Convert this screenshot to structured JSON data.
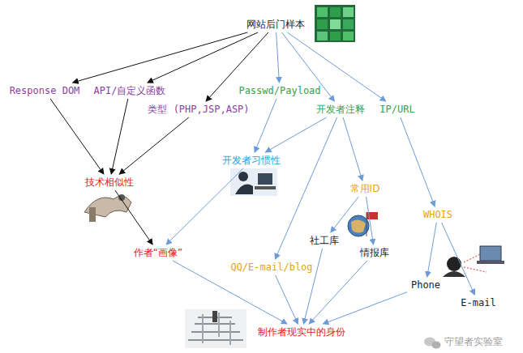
{
  "diagram": {
    "nodes": [
      {
        "text": [
          "网站后门样本"
        ]
      },
      {
        "text": [
          "Response DOM"
        ]
      },
      {
        "text": [
          "API/自定义函数"
        ]
      },
      {
        "text": [
          "Passwd/Payload"
        ]
      },
      {
        "text": [
          "类型 (PHP,JSP,ASP)"
        ]
      },
      {
        "text": [
          "开发者注释"
        ]
      },
      {
        "text": [
          "IP/URL"
        ]
      },
      {
        "text": [
          "开发者习惯性"
        ]
      },
      {
        "text": [
          "技术相似性"
        ]
      },
      {
        "text": [
          "常用ID"
        ]
      },
      {
        "text": [
          "WHOIS"
        ]
      },
      {
        "text": [
          "社工库"
        ]
      },
      {
        "text": [
          "情报库"
        ]
      },
      {
        "text": [
          "作者“画像”"
        ]
      },
      {
        "text": [
          "QQ/E-mail/blog"
        ]
      },
      {
        "text": [
          "Phone"
        ]
      },
      {
        "text": [
          "E-mail"
        ]
      },
      {
        "text": [
          "制作者现实中的身份"
        ]
      }
    ],
    "edges": [
      {
        "from": 0,
        "to": 1,
        "arrow": "to"
      },
      {
        "from": 0,
        "to": 2,
        "arrow": "to"
      },
      {
        "from": 0,
        "to": 4,
        "arrow": "to"
      },
      {
        "from": 0,
        "to": 3,
        "arrow": "to"
      },
      {
        "from": 0,
        "to": 5,
        "arrow": "to"
      },
      {
        "from": 0,
        "to": 6,
        "arrow": "to"
      },
      {
        "from": 1,
        "to": 8,
        "arrow": "to"
      },
      {
        "from": 2,
        "to": 8,
        "arrow": "to"
      },
      {
        "from": 4,
        "to": 8,
        "arrow": "to"
      },
      {
        "from": 3,
        "to": 7,
        "arrow": "to"
      },
      {
        "from": 5,
        "to": 7,
        "arrow": "to"
      },
      {
        "from": 5,
        "to": 14,
        "arrow": "to"
      },
      {
        "from": 5,
        "to": 9,
        "arrow": "to"
      },
      {
        "from": 6,
        "to": 10,
        "arrow": "to"
      },
      {
        "from": 8,
        "to": 13,
        "arrow": "to"
      },
      {
        "from": 7,
        "to": 13,
        "arrow": "to"
      },
      {
        "from": 9,
        "to": 11,
        "arrow": "to"
      },
      {
        "from": 9,
        "to": 12,
        "arrow": "to"
      },
      {
        "from": 10,
        "to": 15,
        "arrow": "to"
      },
      {
        "from": 10,
        "to": 16,
        "arrow": "to"
      },
      {
        "from": 13,
        "to": 17,
        "arrow": "to"
      },
      {
        "from": 14,
        "to": 17,
        "arrow": "to"
      },
      {
        "from": 11,
        "to": 17,
        "arrow": "to"
      },
      {
        "from": 12,
        "to": 17,
        "arrow": "to"
      },
      {
        "from": 15,
        "to": 17,
        "arrow": "to"
      }
    ],
    "labels": [
      "守望者实验室"
    ]
  }
}
